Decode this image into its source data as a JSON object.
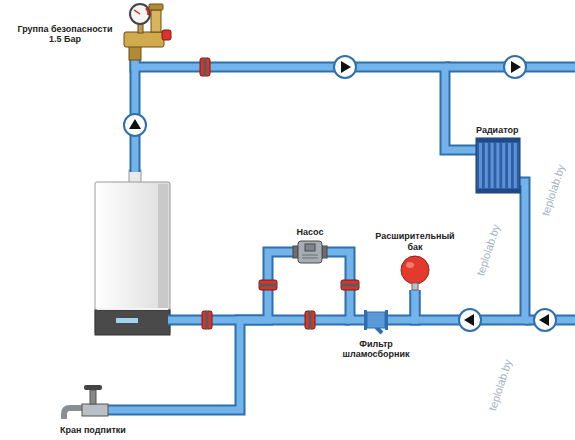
{
  "diagram": {
    "nodes": [
      {
        "text": [
          "Группа безопасности 1.5 Бар"
        ]
      },
      {
        "text": [
          "Радиатор"
        ]
      },
      {
        "text": [
          "Насос"
        ]
      },
      {
        "text": [
          "Расширительный бак"
        ]
      },
      {
        "text": [
          "Фильтр шламосборник"
        ]
      },
      {
        "text": [
          "Кран подпитки"
        ]
      }
    ],
    "edges": [
      {
        "from": 0,
        "to": 1,
        "arrow": "none"
      },
      {
        "from": 1,
        "to": 3,
        "arrow": "none"
      },
      {
        "from": 3,
        "to": 4,
        "arrow": "none"
      },
      {
        "from": 4,
        "to": 2,
        "arrow": "none"
      },
      {
        "from": 5,
        "to": 2,
        "arrow": "none"
      }
    ],
    "labels": [
      "teplolab.by",
      "teplolab.by",
      "teplolab.by"
    ]
  }
}
